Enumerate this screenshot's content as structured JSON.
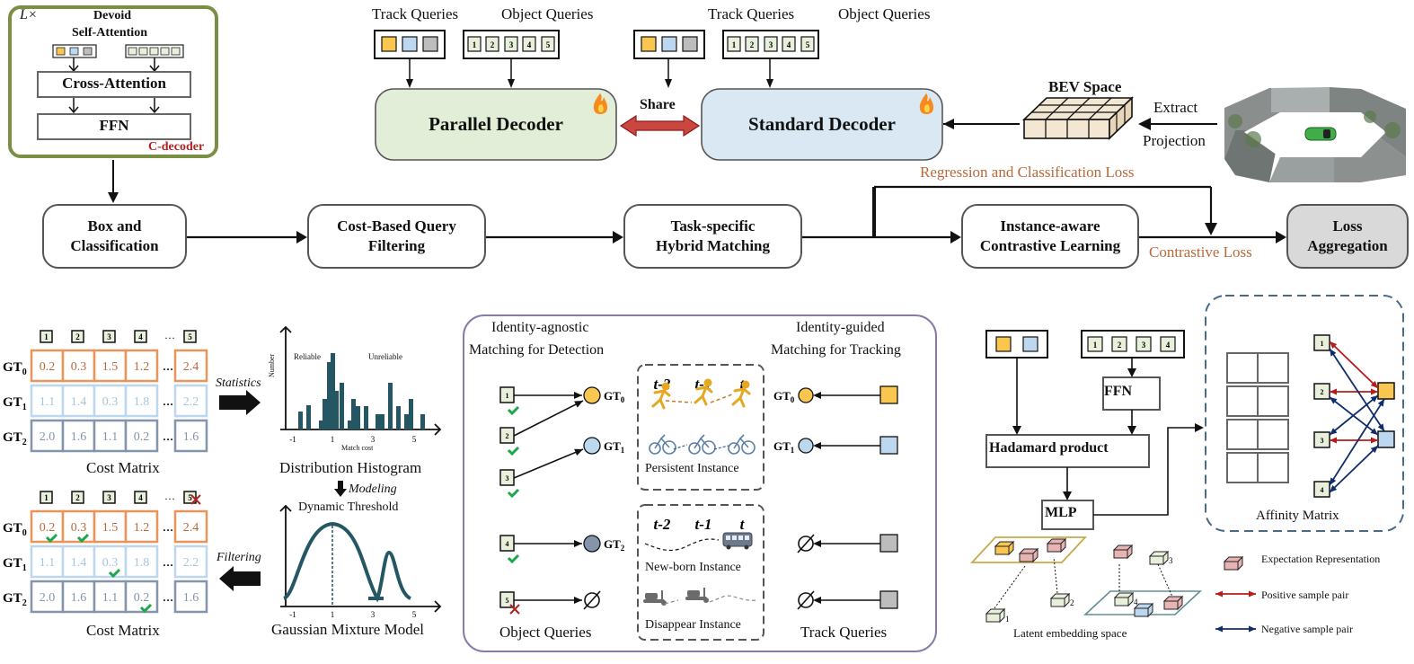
{
  "cdecoder": {
    "repeat": "L×",
    "self_attention": "Devoid\nSelf-Attention",
    "self_attention_line1": "Devoid",
    "self_attention_line2": "Self-Attention",
    "cross_attention": "Cross-Attention",
    "ffn": "FFN",
    "name": "C-decoder"
  },
  "top": {
    "track_queries_label": "Track Queries",
    "object_queries_label": "Object Queries",
    "object_query_ids": [
      "1",
      "2",
      "3",
      "4",
      "5"
    ],
    "parallel_decoder": "Parallel Decoder",
    "standard_decoder": "Standard Decoder",
    "share": "Share",
    "bev_space": "BEV Space",
    "extract": "Extract",
    "projection": "Projection"
  },
  "pipeline": {
    "box_cls_1": "Box and",
    "box_cls_2": "Classification",
    "cost_filter_1": "Cost-Based Query",
    "cost_filter_2": "Filtering",
    "hybrid_1": "Task-specific",
    "hybrid_2": "Hybrid Matching",
    "contrastive_1": "Instance-aware",
    "contrastive_2": "Contrastive Learning",
    "loss_1": "Loss",
    "loss_2": "Aggregation",
    "reg_cls_loss": "Regression and Classification Loss",
    "contrastive_loss": "Contrastive Loss"
  },
  "cost_matrix": {
    "title": "Cost Matrix",
    "col_ids": [
      "1",
      "2",
      "3",
      "4",
      "5"
    ],
    "ellipsis": "…",
    "rows": [
      {
        "label": "GT",
        "sub": "0",
        "values": [
          "0.2",
          "0.3",
          "1.5",
          "1.2",
          "2.4"
        ]
      },
      {
        "label": "GT",
        "sub": "1",
        "values": [
          "1.1",
          "1.4",
          "0.3",
          "1.8",
          "2.2"
        ]
      },
      {
        "label": "GT",
        "sub": "2",
        "values": [
          "2.0",
          "1.6",
          "1.1",
          "0.2",
          "1.6"
        ]
      }
    ],
    "statistics": "Statistics",
    "filtering": "Filtering",
    "filtered_title": "Cost Matrix"
  },
  "histogram": {
    "title": "Distribution Histogram",
    "ylabel": "Number",
    "xlabel": "Match cost",
    "reliable": "Reliable",
    "unreliable": "Unreliable",
    "ticks": [
      "-1",
      "1",
      "3",
      "5"
    ]
  },
  "gmm": {
    "modeling": "Modeling",
    "threshold": "Dynamic Threshold",
    "title": "Gaussian Mixture Model",
    "ticks": [
      "-1",
      "1",
      "3",
      "5"
    ]
  },
  "hybrid": {
    "detection_title_1": "Identity-agnostic",
    "detection_title_2": "Matching for Detection",
    "tracking_title_1": "Identity-guided",
    "tracking_title_2": "Matching for Tracking",
    "object_queries": "Object Queries",
    "track_queries": "Track Queries",
    "query_ids": [
      "1",
      "2",
      "3",
      "4",
      "5"
    ],
    "gt_labels": [
      "GT",
      "GT",
      "GT"
    ],
    "gt_subs": [
      "0",
      "1",
      "2"
    ],
    "time_labels": [
      "t-2",
      "t-1",
      "t"
    ],
    "persistent": "Persistent Instance",
    "newborn": "New-born Instance",
    "disappear": "Disappear Instance",
    "empty": "∅"
  },
  "contrastive": {
    "ffn": "FFN",
    "hadamard": "Hadamard product",
    "mlp": "MLP",
    "query_ids": [
      "1",
      "2",
      "3",
      "4"
    ],
    "affinity": "Affinity Matrix",
    "latent": "Latent embedding space",
    "latent_ids": [
      "1",
      "2",
      "3",
      "4"
    ],
    "legend": {
      "expectation": "Expectation Representation",
      "positive": "Positive sample pair",
      "negative": "Negative sample pair"
    }
  },
  "colors": {
    "orange_query": "#f9c74f",
    "blue_query": "#bcd7ee",
    "gray_query": "#bdbdbd",
    "object_query": "#e8f0dc",
    "parallel_fill": "#e2eed8",
    "standard_fill": "#d9e8f2",
    "cdecoder_border": "#7a8f43",
    "cdecoder_label": "#b22222",
    "loss_text": "#b8693a",
    "hist_bar": "#245664",
    "positive": "#b71c1c",
    "negative": "#102d6b",
    "check": "#1ea64a"
  }
}
